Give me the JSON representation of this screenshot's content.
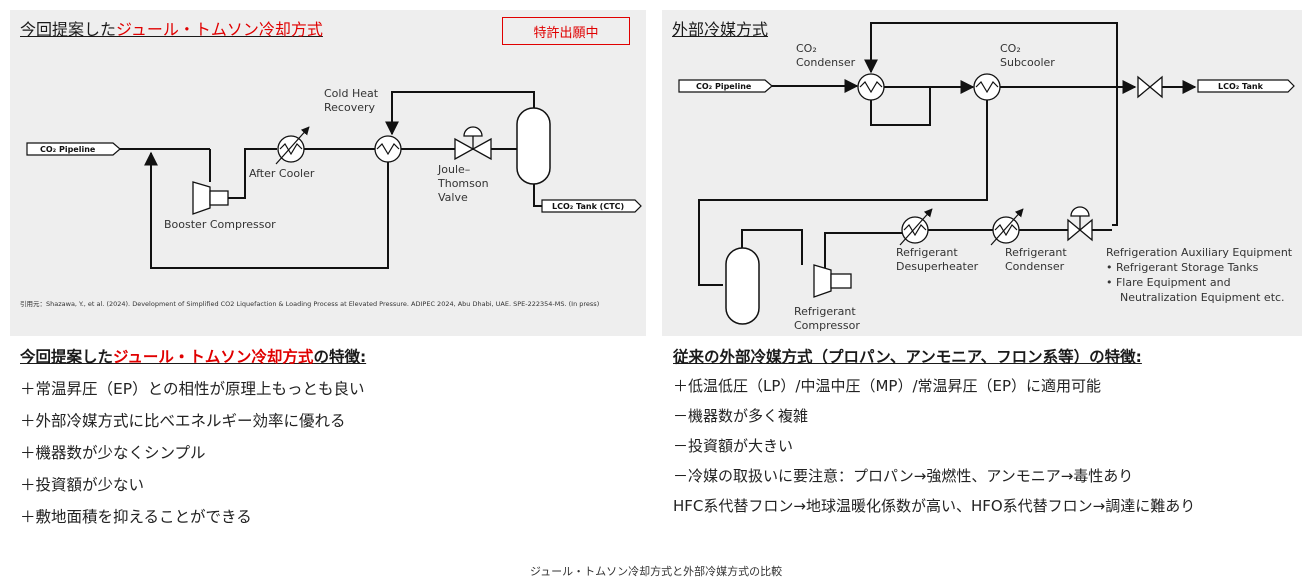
{
  "left": {
    "title_prefix": "今回提案した",
    "title_highlight": "ジュール・トムソン冷却方式",
    "patent_badge": "特許出願中",
    "labels": {
      "pipeline": "CO₂ Pipeline",
      "cold_heat_1": "Cold Heat",
      "cold_heat_2": "Recovery",
      "after_cooler": "After Cooler",
      "booster": "Booster Compressor",
      "jt_1": "Joule–",
      "jt_2": "Thomson",
      "jt_3": "Valve",
      "tank": "LCO₂ Tank (CTC)"
    },
    "citation": "引用元：Shazawa, Y., et al. (2024). Development of Simplified CO2 Liquefaction & Loading Process at Elevated Pressure. ADIPEC 2024, Abu Dhabi, UAE. SPE-222354-MS. (In press)",
    "features_title_prefix": "今回提案した",
    "features_title_highlight": "ジュール・トムソン冷却方式",
    "features_title_suffix": "の特徴:",
    "features": [
      "＋常温昇圧（EP）との相性が原理上もっとも良い",
      "＋外部冷媒方式に比べエネルギー効率に優れる",
      "＋機器数が少なくシンプル",
      "＋投資額が少ない",
      "＋敷地面積を抑えることができる"
    ]
  },
  "right": {
    "title": "外部冷媒方式",
    "labels": {
      "pipeline": "CO₂ Pipeline",
      "condenser_1": "CO₂",
      "condenser_2": "Condenser",
      "subcooler_1": "CO₂",
      "subcooler_2": "Subcooler",
      "tank": "LCO₂ Tank",
      "desuper_1": "Refrigerant",
      "desuper_2": "Desuperheater",
      "refcond_1": "Refrigerant",
      "refcond_2": "Condenser",
      "refcomp_1": "Refrigerant",
      "refcomp_2": "Compressor",
      "aux_title": "Refrigeration Auxiliary Equipment",
      "aux_1": "•   Refrigerant Storage Tanks",
      "aux_2": "•   Flare Equipment and",
      "aux_3": "    Neutralization Equipment etc."
    },
    "features_title": "従来の外部冷媒方式（プロパン、アンモニア、フロン系等）の特徴:",
    "features": [
      "＋低温低圧（LP）/中温中圧（MP）/常温昇圧（EP）に適用可能",
      "－機器数が多く複雑",
      "－投資額が大きい",
      "－冷媒の取扱いに要注意：プロパン→強燃性、アンモニア→毒性あり",
      "HFC系代替フロン→地球温暖化係数が高い、HFO系代替フロン→調達に難あり"
    ]
  },
  "caption": "ジュール・トムソン冷却方式と外部冷媒方式の比較"
}
